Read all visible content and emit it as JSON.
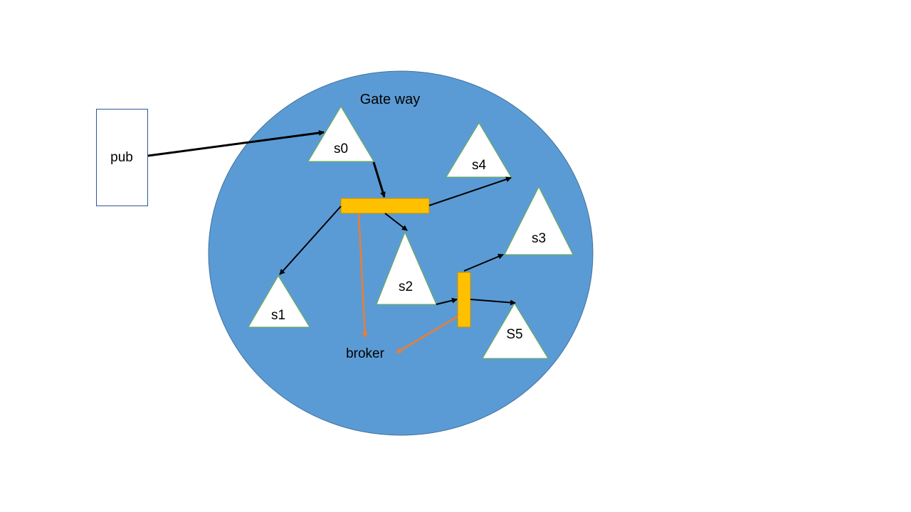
{
  "gateway": {
    "label": "Gate way",
    "fill": "#5b9bd5"
  },
  "publisher": {
    "label": "pub"
  },
  "nodes": {
    "s0": {
      "label": "s0"
    },
    "s1": {
      "label": "s1"
    },
    "s2": {
      "label": "s2"
    },
    "s3": {
      "label": "s3"
    },
    "s4": {
      "label": "s4"
    },
    "s5": {
      "label": "S5"
    }
  },
  "broker": {
    "label": "broker"
  },
  "colors": {
    "bar": "#ffc000",
    "arrow": "#000000",
    "broker_arrow": "#ed7d31",
    "triangle_outline": "#70ad47"
  }
}
